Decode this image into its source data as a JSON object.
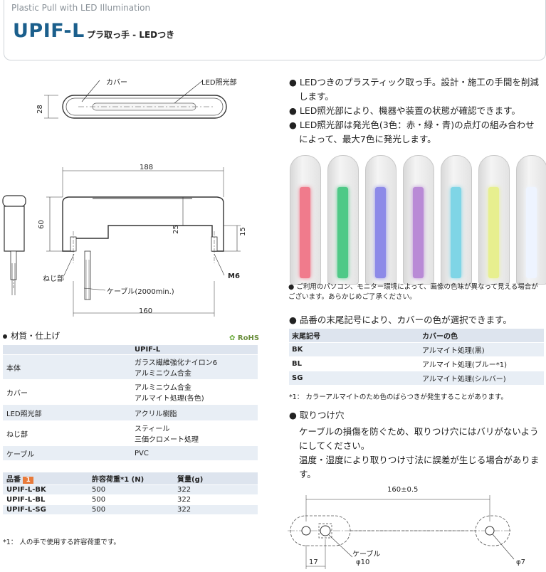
{
  "header": {
    "subtitle": "Plastic Pull with LED Illumination",
    "model": "UPIF-L",
    "description": "プラ取っ手 - LEDつき"
  },
  "drawing": {
    "label_cover": "カバー",
    "label_led": "LED照光部",
    "dim_28": "28",
    "dim_188": "188",
    "dim_60": "60",
    "dim_25": "25",
    "dim_15": "15",
    "dim_160": "160",
    "label_screw": "ねじ部",
    "label_cable": "ケーブル(2000min.)",
    "label_m6": "M6"
  },
  "features": [
    "LEDつきのプラスティック取っ手。設計・施工の手間を削減します。",
    "LED照光部により、機器や装置の状態が確認できます。",
    "LED照光部は発光色(3色：赤・緑・青)の点灯の組み合わせによって、最大7色に発光します。"
  ],
  "led_colors": [
    "#f07b8c",
    "#4fc987",
    "#8d8ae8",
    "#b98ad6",
    "#7fd5e6",
    "#e7ef8f",
    "#eef4ff"
  ],
  "led_note": "ご利用のパソコン、モニター環境によって、画像の色味が異なって見える場合がございます。あらかじめご了承ください。",
  "materials": {
    "title": "材質・仕上げ",
    "rohs": "RoHS",
    "column": "UPIF-L",
    "rows": [
      {
        "label": "本体",
        "value": "ガラス繊維強化ナイロン6\nアルミニウム合金"
      },
      {
        "label": "カバー",
        "value": "アルミニウム合金\nアルマイト処理(各色)"
      },
      {
        "label": "LED照光部",
        "value": "アクリル樹脂"
      },
      {
        "label": "ねじ部",
        "value": "スティール\n三価クロメート処理"
      },
      {
        "label": "ケーブル",
        "value": "PVC"
      }
    ]
  },
  "products": {
    "headers": [
      "品番",
      "許容荷重*1 (N)",
      "質量(g)"
    ],
    "badge": "1",
    "rows": [
      [
        "UPIF-L-BK",
        "500",
        "322"
      ],
      [
        "UPIF-L-BL",
        "500",
        "322"
      ],
      [
        "UPIF-L-SG",
        "500",
        "322"
      ]
    ],
    "footnote": "*1： 人の手で使用する許容荷重です。"
  },
  "suffix": {
    "title": "品番の末尾記号により、カバーの色が選択できます。",
    "headers": [
      "末尾記号",
      "カバーの色"
    ],
    "rows": [
      [
        "BK",
        "アルマイト処理(黒)"
      ],
      [
        "BL",
        "アルマイト処理(ブルー*1)"
      ],
      [
        "SG",
        "アルマイト処理(シルバー)"
      ]
    ],
    "footnote": "*1： カラーアルマイトのため色のばらつきが発生することがあります。"
  },
  "mounting": {
    "title": "取りつけ穴",
    "lines": [
      "ケーブルの損傷を防ぐため、取りつけ穴にはバリがないようにしてください。",
      "温度・湿度により取りつけ寸法に誤差が生じる場合があります。"
    ],
    "dim_pitch": "160±0.5",
    "dim_17": "17",
    "label_cable": "ケーブル",
    "dim_phi10": "φ10",
    "dim_phi7": "φ7"
  }
}
